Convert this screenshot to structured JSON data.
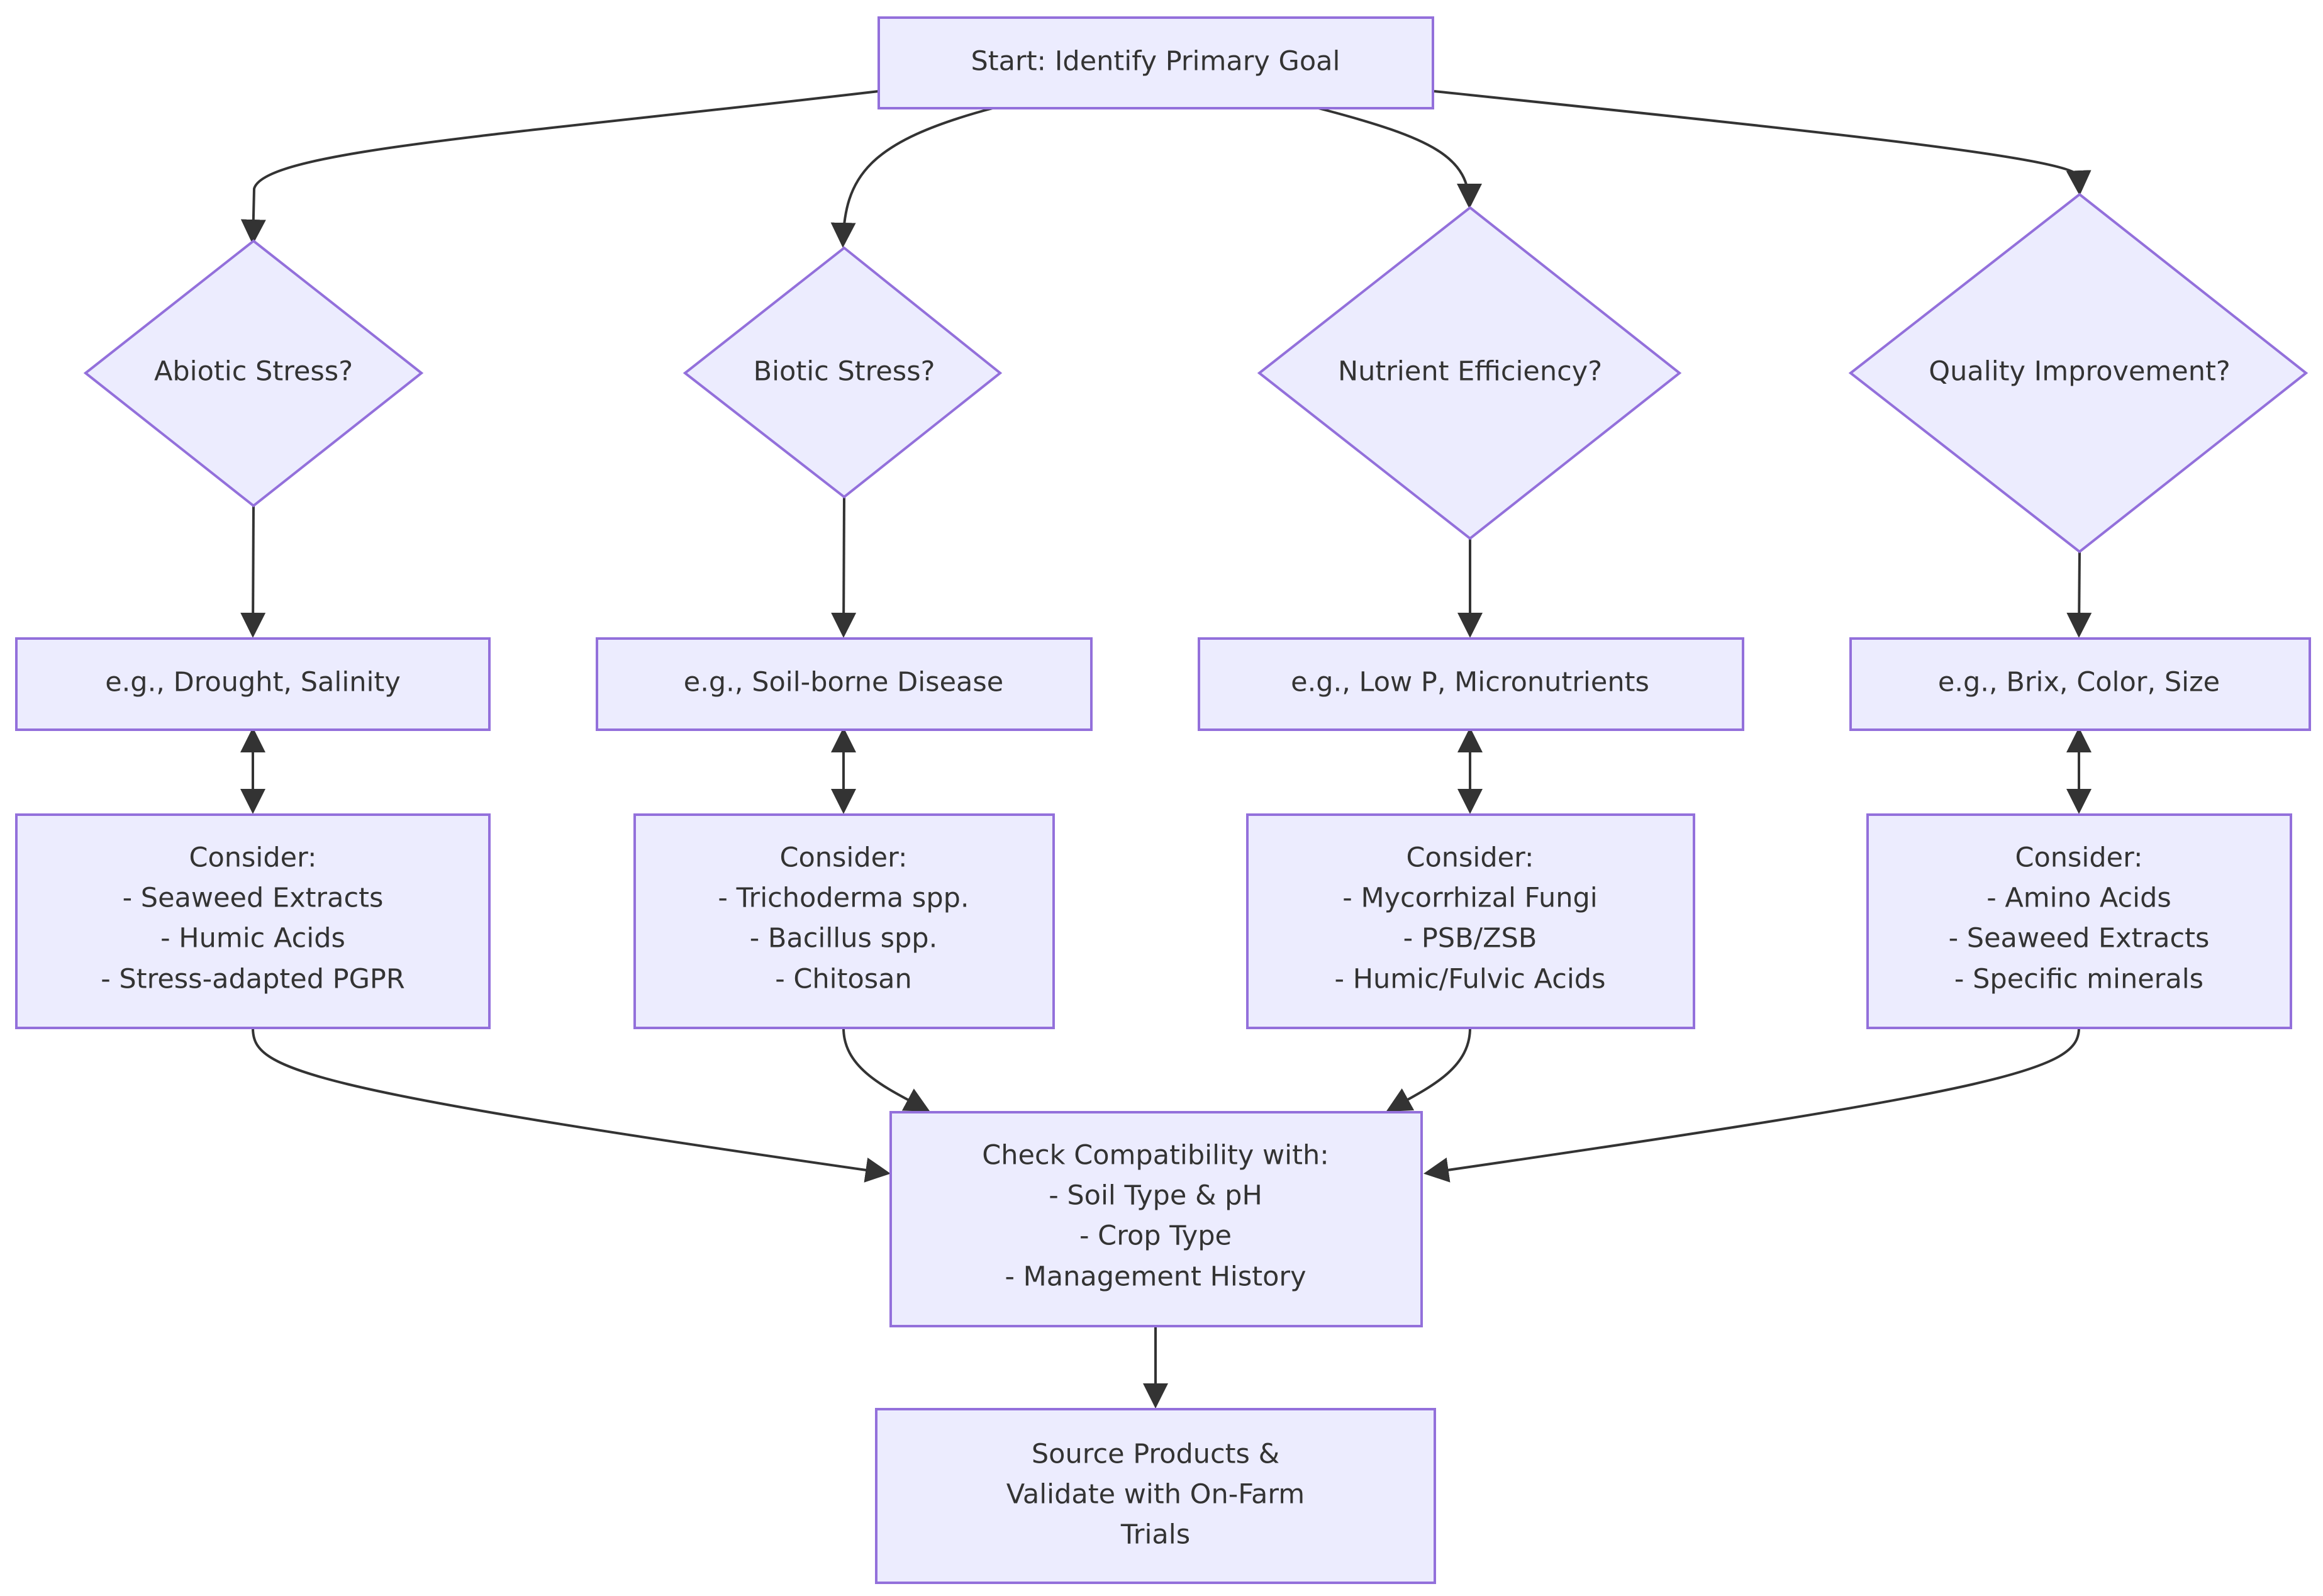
{
  "start": "Start: Identify Primary Goal",
  "branches": [
    {
      "decision": "Abiotic Stress?",
      "example": "e.g., Drought, Salinity",
      "consider": [
        "Consider:",
        "- Seaweed Extracts",
        "- Humic Acids",
        "- Stress-adapted PGPR"
      ]
    },
    {
      "decision": "Biotic Stress?",
      "example": "e.g., Soil-borne Disease",
      "consider": [
        "Consider:",
        "- Trichoderma spp.",
        "- Bacillus spp.",
        "- Chitosan"
      ]
    },
    {
      "decision": "Nutrient Efficiency?",
      "example": "e.g., Low P, Micronutrients",
      "consider": [
        "Consider:",
        "- Mycorrhizal Fungi",
        "- PSB/ZSB",
        "- Humic/Fulvic Acids"
      ]
    },
    {
      "decision": "Quality Improvement?",
      "example": "e.g., Brix, Color, Size",
      "consider": [
        "Consider:",
        "- Amino Acids",
        "- Seaweed Extracts",
        "- Specific minerals"
      ]
    }
  ],
  "compatibility": [
    "Check Compatibility with:",
    "- Soil Type & pH",
    "- Crop Type",
    "- Management History"
  ],
  "final": [
    "Source Products &",
    "Validate with On-Farm",
    "Trials"
  ],
  "colors": {
    "node_fill": "#ececfe",
    "node_stroke": "#9370db",
    "edge": "#333333",
    "text": "#333333"
  }
}
